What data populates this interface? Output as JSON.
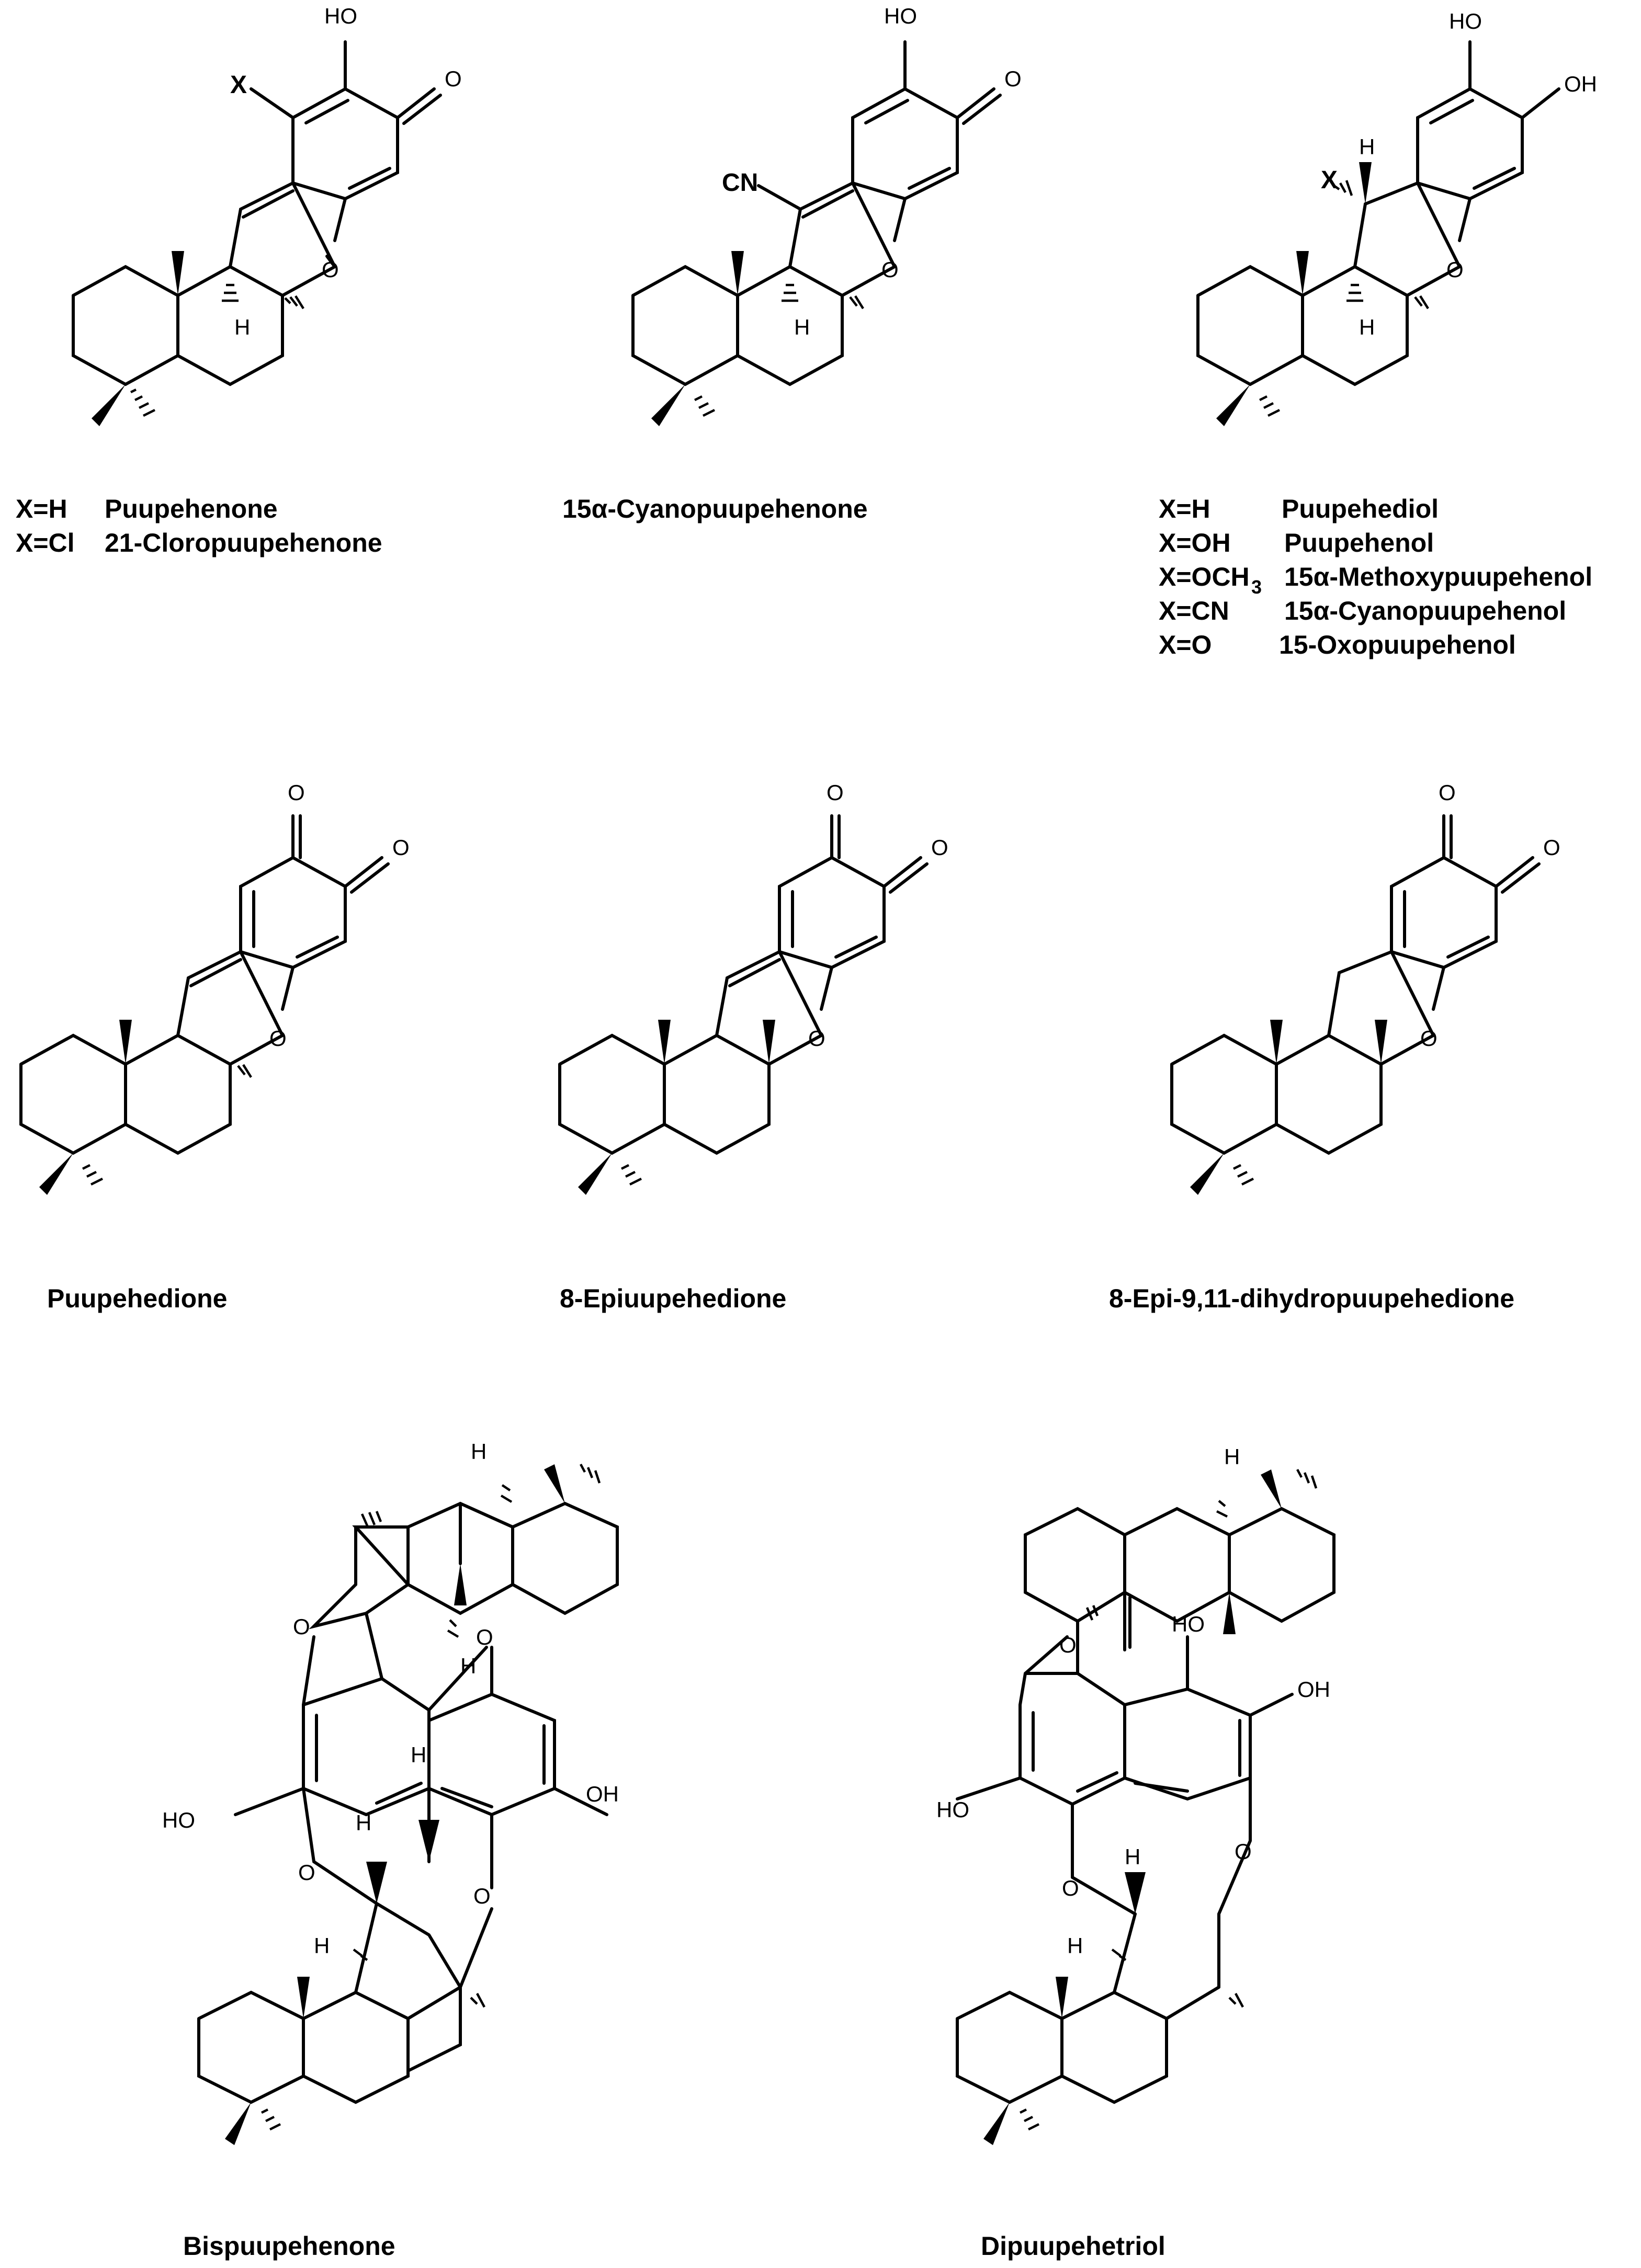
{
  "atoms": {
    "ho": "HO",
    "oh": "OH",
    "o": "O",
    "h": "H",
    "x": "X",
    "cn": "CN"
  },
  "compounds": {
    "c1": {
      "rows": [
        {
          "x": "X=H",
          "name": "Puupehenone"
        },
        {
          "x": "X=Cl",
          "name": "21-Cloropuupehenone"
        }
      ]
    },
    "c2": {
      "name": "15α-Cyanopuupehenone"
    },
    "c3": {
      "rows": [
        {
          "x": "X=H",
          "name": "Puupehediol"
        },
        {
          "x": "X=OH",
          "name": "Puupehenol"
        },
        {
          "x": "X=OCH",
          "sub": "3",
          "name": "15α-Methoxypuupehenol"
        },
        {
          "x": "X=CN",
          "name": "15α-Cyanopuupehenol"
        },
        {
          "x": "X=O",
          "name": "15-Oxopuupehenol"
        }
      ]
    },
    "c4": {
      "name": "Puupehedione"
    },
    "c5": {
      "name": "8-Epiuupehedione"
    },
    "c6": {
      "name": "8-Epi-9,11-dihydropuupehedione"
    },
    "c7": {
      "name": "Bispuupehenone"
    },
    "c8": {
      "name": "Dipuupehetriol"
    }
  }
}
